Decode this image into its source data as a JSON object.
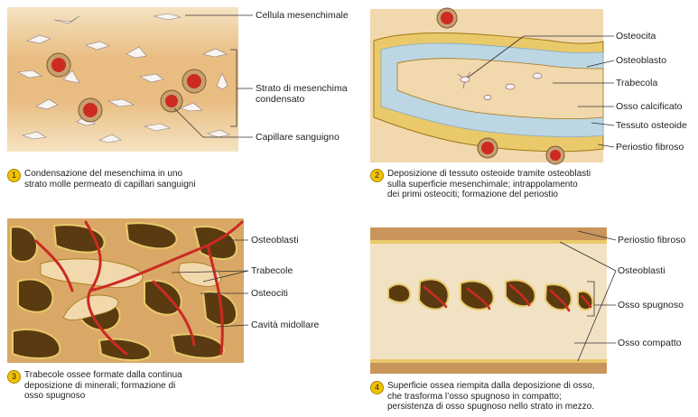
{
  "panels": [
    {
      "number": "1",
      "labels": [
        "Cellula mesenchimale",
        "Strato di mesenchima\ncondensato",
        "Capillare sanguigno"
      ],
      "caption": "Condensazione del mesenchima in uno\nstrato molle permeato di capillari sanguigni"
    },
    {
      "number": "2",
      "labels": [
        "Osteocita",
        "Osteoblasto",
        "Trabecola",
        "Osso calcificato",
        "Tessuto osteoide",
        "Periostio fibroso"
      ],
      "caption": "Deposizione di tessuto osteoide tramite osteoblasti\nsulla superficie mesenchimale; intrappolamento\ndei primi osteociti; formazione del periostio"
    },
    {
      "number": "3",
      "labels": [
        "Osteoblasti",
        "Trabecole",
        "Osteociti",
        "Cavità midollare"
      ],
      "caption": "Trabecole ossee formate dalla continua\ndeposizione di minerali; formazione di\nosso spugnoso"
    },
    {
      "number": "4",
      "labels": [
        "Periostio fibroso",
        "Osteoblasti",
        "Osso spugnoso",
        "Osso compatto"
      ],
      "caption": "Superficie ossea riempita dalla deposizione di osso,\nche trasforma l’osso spugnoso in compatto;\npersistenza di osso spugnoso nello strato in mezzo."
    }
  ],
  "colors": {
    "tissue": "#f2d8ad",
    "tissue_dark": "#c9955b",
    "band": "#d9a867",
    "vessel": "#cc2a22",
    "osteoid": "#e9c96a",
    "blue": "#bcd6e3",
    "marrow": "#5a3a10",
    "badge": "#f2c200"
  }
}
